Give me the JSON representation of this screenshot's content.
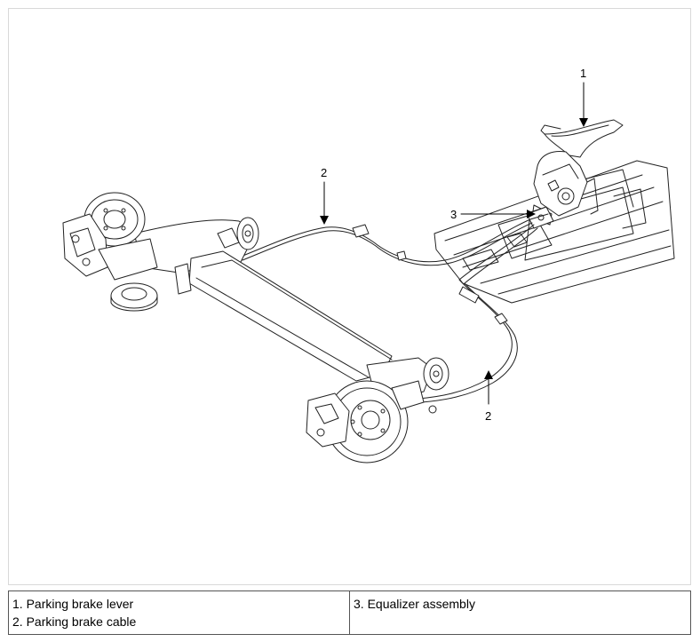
{
  "callouts": {
    "c1": "1",
    "c2a": "2",
    "c2b": "2",
    "c3": "3"
  },
  "legend": {
    "col1": [
      "1. Parking brake lever",
      "2. Parking brake cable"
    ],
    "col2": [
      "3. Equalizer assembly"
    ]
  }
}
